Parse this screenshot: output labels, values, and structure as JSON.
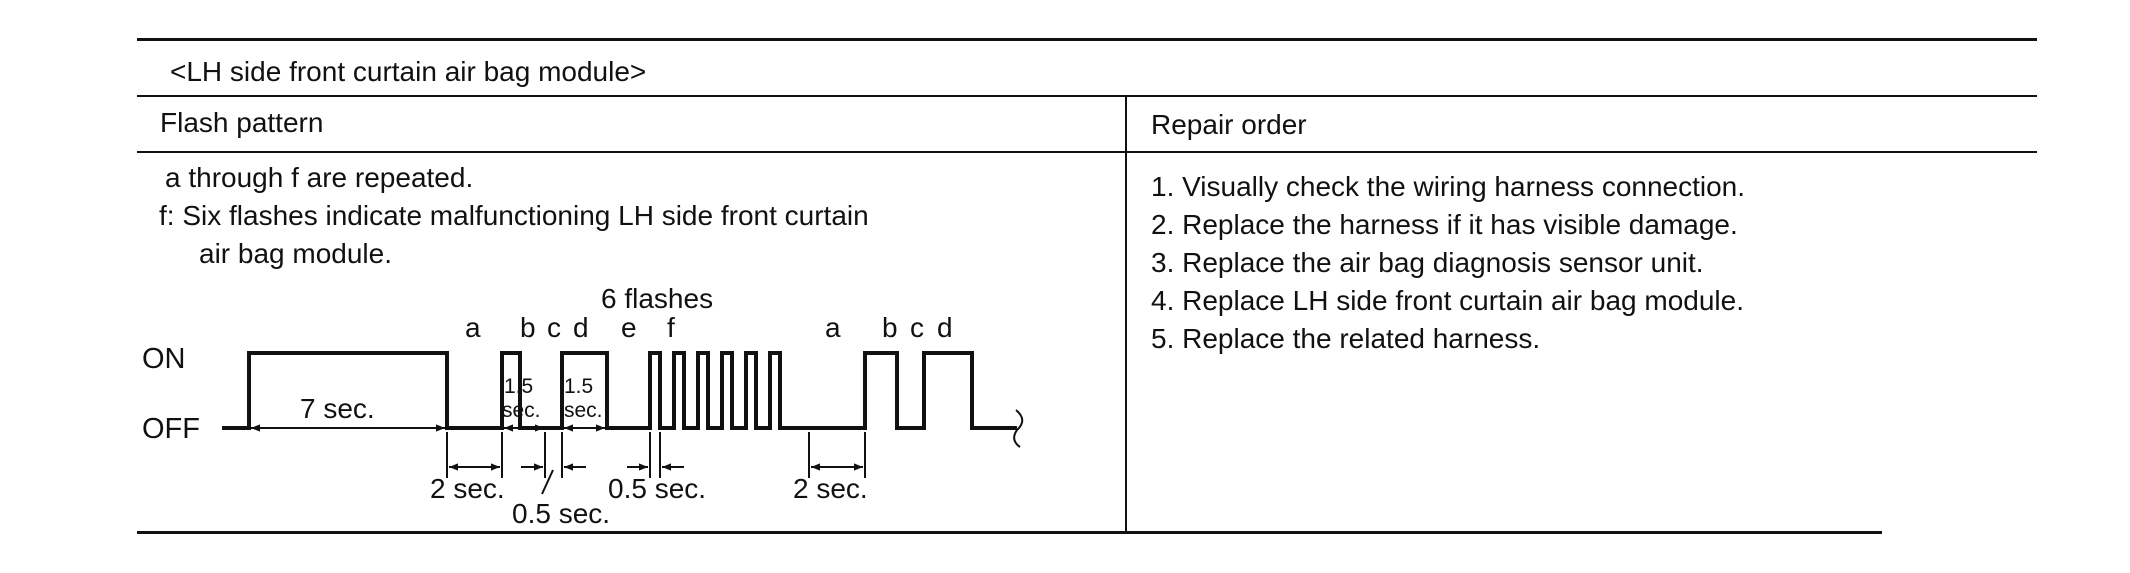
{
  "table": {
    "title": "<LH side front curtain air bag module>",
    "col_flash": "Flash pattern",
    "col_repair": "Repair order",
    "desc_line1": "a through f are repeated.",
    "desc_line2": "f: Six flashes indicate malfunctioning LH side front curtain",
    "desc_line3": "air bag module.",
    "repair_steps": [
      "1. Visually check the wiring harness connection.",
      "2. Replace the harness if it has visible damage.",
      "3. Replace the air bag diagnosis sensor unit.",
      "4. Replace LH side front curtain air bag module.",
      "5. Replace the related harness."
    ]
  },
  "diagram": {
    "on_label": "ON",
    "off_label": "OFF",
    "flashes_label": "6 flashes",
    "letters": [
      "a",
      "b",
      "c",
      "d",
      "e",
      "f",
      "a",
      "b",
      "c",
      "d"
    ],
    "seven_sec": "7 sec.",
    "b_top": "1.5",
    "b_bot": "sec.",
    "d_top": "1.5",
    "d_bot": "sec.",
    "two_sec_1": "2 sec.",
    "half_sec_1": "0.5 sec.",
    "half_sec_2": "0.5 sec.",
    "two_sec_2": "2 sec."
  }
}
